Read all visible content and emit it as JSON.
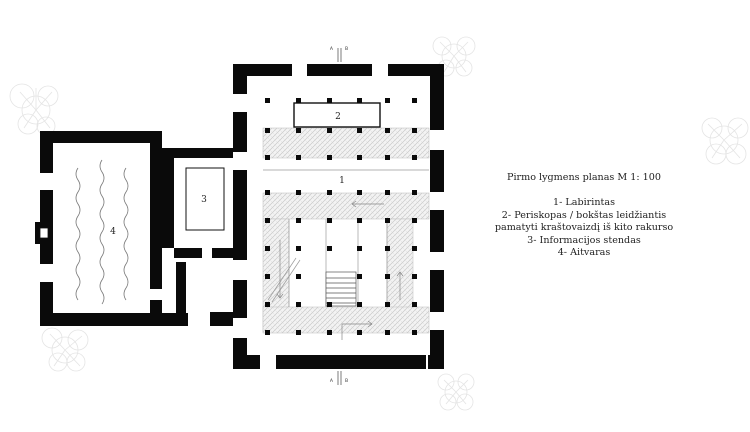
{
  "plan": {
    "room_labels": {
      "room_1": "1",
      "room_2": "2",
      "room_3": "3",
      "room_4": "4"
    },
    "section_marker": {
      "left": "A",
      "right": "B"
    }
  },
  "legend": {
    "title": "Pirmo lygmens planas M 1: 100",
    "items": [
      "1- Labirintas",
      "2- Periskopas / bokštas leidžiantis",
      "pamatyti kraštovaizdį iš kito rakurso",
      "3- Informacijos stendas",
      "4- Aitvaras"
    ]
  },
  "colors": {
    "wall": "#0a0a0a",
    "hatch": "#cfcfcf",
    "tree": "#e6e6e6"
  }
}
